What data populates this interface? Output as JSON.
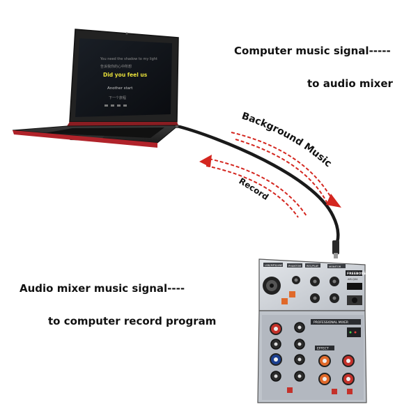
{
  "captions": {
    "top_line1": "Computer music signal-----",
    "top_line2": "to audio mixer",
    "bottom_line1": "Audio mixer music signal----",
    "bottom_line2": "to computer record program"
  },
  "arrows": {
    "background_label": "Background Music",
    "record_label": "Record",
    "arrow_color": "#d4261f"
  },
  "laptop": {
    "lyrics": [
      "You need the shadow to my light",
      "告诉我你的心中所想",
      "Did you feel us",
      "Another start",
      "下一个旅程"
    ],
    "highlight_color": "#e8e03a",
    "accent_color": "#b0232a"
  },
  "mixer": {
    "brand": "FREEBOSS",
    "model": "AM-Q04",
    "section_labels": [
      "USB/MP3/LINE",
      "PHANTOM",
      "REC/PLAY",
      "MONITOR"
    ],
    "panel_title": "PROFESSIONAL MIXER",
    "effect_label": "EFFECT",
    "knob_colors": [
      "#c4312a",
      "#1b3f8f",
      "#e0692a",
      "#2c2c2c"
    ]
  }
}
